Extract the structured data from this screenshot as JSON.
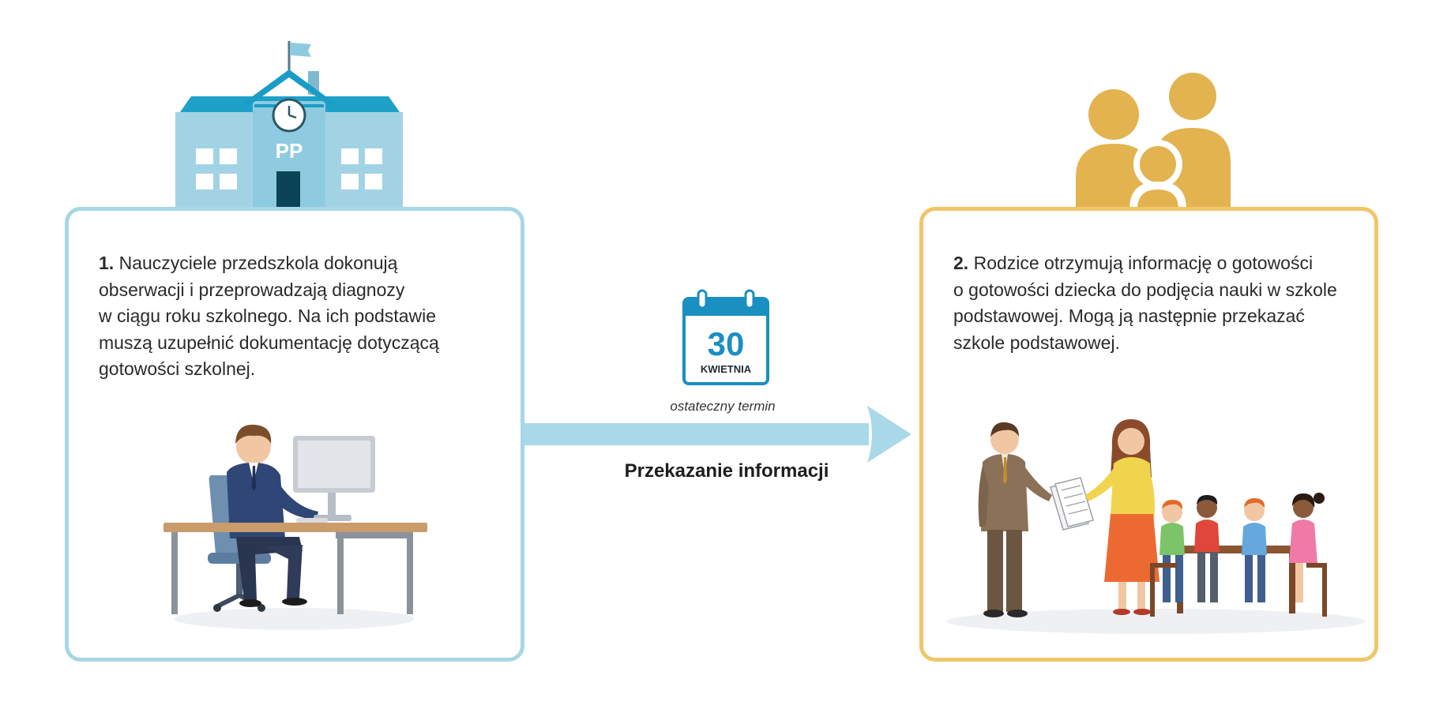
{
  "colors": {
    "school_blue": "#8ecbe0",
    "panel_blue_border": "#a8d6e6",
    "panel_gold_border": "#efc66a",
    "family_gold": "#e3b34f",
    "arrow_blue": "#a9d8e8",
    "calendar_blue": "#1a8fc1"
  },
  "icons": {
    "school": "school-building-icon",
    "family": "family-icon",
    "calendar": "calendar-icon"
  },
  "school": {
    "sign": "PP"
  },
  "left_panel": {
    "number": "1.",
    "lines": [
      " Nauczyciele przedszkola dokonują",
      "obserwacji i przeprowadzają diagnozy",
      "w ciągu roku szkolnego. Na ich podstawie",
      "muszą uzupełnić dokumentację dotyczącą",
      "gotowości szkolnej."
    ]
  },
  "right_panel": {
    "number": "2.",
    "lines": [
      " Rodzice otrzymują informację o gotowości",
      "o gotowości dziecka do podjęcia nauki w szkole",
      "podstawowej. Mogą ją następnie przekazać",
      "szkole podstawowej."
    ]
  },
  "calendar": {
    "day": "30",
    "month": "KWIETNIA"
  },
  "deadline_note": "ostateczny termin",
  "arrow_label": "Przekazanie informacji"
}
